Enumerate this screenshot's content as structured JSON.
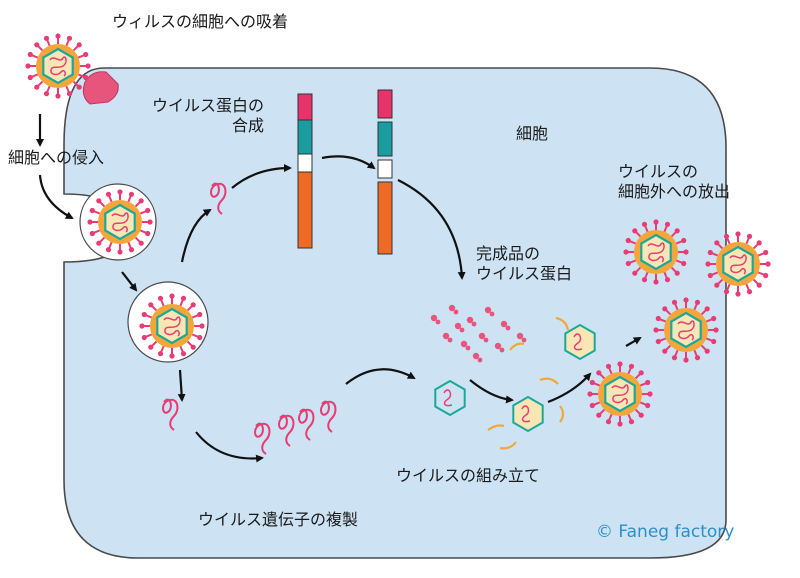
{
  "labels": {
    "attachment": "ウィルスの細胞への吸着",
    "entry": "細胞への侵入",
    "protein_synthesis": "ウイルス蛋白の\n合成",
    "cell": "細胞",
    "release": "ウイルスの\n細胞外への放出",
    "finished_protein": "完成品の\nウイルス蛋白",
    "assembly": "ウイルスの組み立て",
    "replication": "ウイルス遺伝子の複製"
  },
  "credit": "© Faneg factory",
  "colors": {
    "cell_fill": "#cde3f4",
    "cell_stroke": "#4a4a4a",
    "virus_spike": "#e83c74",
    "virus_envelope": "#f4a63a",
    "virus_capsid": "#1aa89a",
    "virus_core": "#f8e7b4",
    "rna": "#e83c74",
    "receptor": "#e8557c",
    "protein_pink": "#e8336a",
    "protein_teal": "#1a9ca0",
    "protein_white": "#ffffff",
    "protein_orange": "#ee6b26",
    "arrow": "#111111",
    "credit": "#2c8fc8"
  },
  "icons": [
    "virus-particle-icon",
    "protein-bar-icon",
    "rna-strand-icon",
    "capsid-hexagon-icon",
    "arrow-icon"
  ]
}
